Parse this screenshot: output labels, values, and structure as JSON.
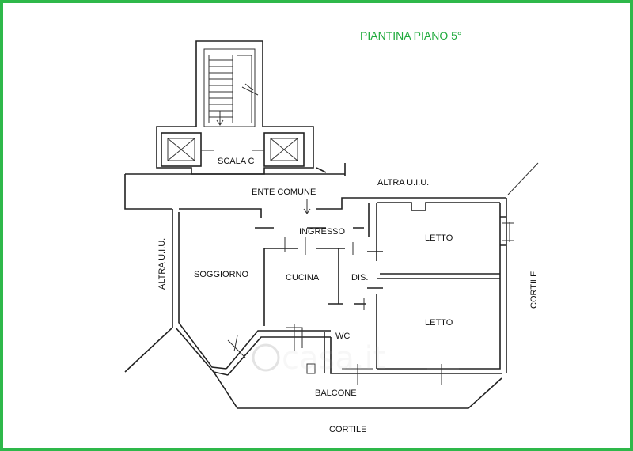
{
  "plan": {
    "title": "PIANTINA PIANO 5°",
    "labels": {
      "stair": "SCALA C",
      "common": "ENTE COMUNE",
      "other_unit_top": "ALTRA U.I.U.",
      "other_unit_left": "ALTRA U.I.U.",
      "entrance": "INGRESSO",
      "bedroom_1": "LETTO",
      "bedroom_2": "LETTO",
      "living": "SOGGIORNO",
      "kitchen": "CUCINA",
      "hall": "DIS.",
      "bathroom": "WC",
      "balcony": "BALCONE",
      "courtyard_right": "CORTILE",
      "courtyard_bottom": "CORTILE"
    },
    "watermark": "casa.it",
    "colors": {
      "border": "#2eb84a",
      "title": "#1faa3c"
    }
  }
}
